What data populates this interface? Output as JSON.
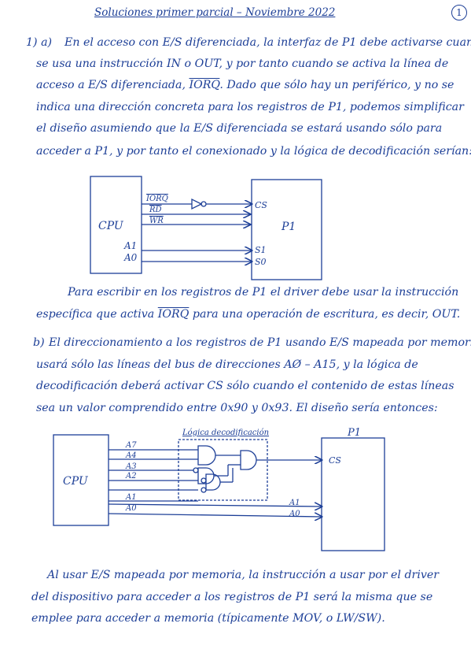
{
  "header": {
    "title": "Soluciones primer parcial – Noviembre 2022",
    "page_number": "1"
  },
  "part_a": {
    "label": "1) a)",
    "line1": "En el acceso con E/S diferenciada, la interfaz de P1 debe activarse cuando",
    "line2": "se usa una instrucción IN o OUT, y por tanto cuando se activa la línea de",
    "line3_pre": "acceso a E/S diferenciada,",
    "iorq": "IORQ",
    "line3_post": ". Dado que sólo hay un periférico, y no se",
    "line4": "indica una dirección concreta para los registros de P1, podemos simplificar",
    "line5": "el diseño asumiendo que la E/S diferenciada se estará usando sólo para",
    "line6": "acceder a P1, y por tanto el conexionado y la lógica de decodificación serían:",
    "line7": "Para escribir en los registros de P1 el driver debe usar la instrucción",
    "line8_pre": "específica que activa",
    "line8_post": "para una operación de escritura, es decir, OUT."
  },
  "diagram1": {
    "cpu_label": "CPU",
    "p1_label": "P1",
    "signals": [
      "IORQ",
      "RD",
      "WR"
    ],
    "addr_a1": "A1",
    "addr_a0": "A0",
    "cs": "CS",
    "s1": "S1",
    "s0": "S0"
  },
  "part_b": {
    "label": "b)",
    "line1": "El direccionamiento a los registros de P1 usando E/S mapeada por memoria",
    "line2": "usará sólo las líneas del bus de direcciones AØ – A15, y la lógica de",
    "line3": "decodificación deberá activar CS sólo cuando el contenido de estas líneas",
    "line4": "sea un valor comprendido entre 0x90 y 0x93. El diseño sería entonces:"
  },
  "diagram2": {
    "cpu_label": "CPU",
    "p1_label": "P1",
    "logic_label": "Lógica decodificación",
    "inputs": [
      "A7",
      "A4",
      "A3",
      "A2",
      "A1",
      "A0"
    ],
    "cs": "CS",
    "out_a1": "A1",
    "out_a0": "A0"
  },
  "conclusion": {
    "line1": "Al usar E/S mapeada por memoria, la instrucción a usar por el driver",
    "line2": "del dispositivo para acceder a los registros de P1 será la misma que se",
    "line3": "emplee para acceder a memoria (típicamente MOV, o LW/SW)."
  }
}
